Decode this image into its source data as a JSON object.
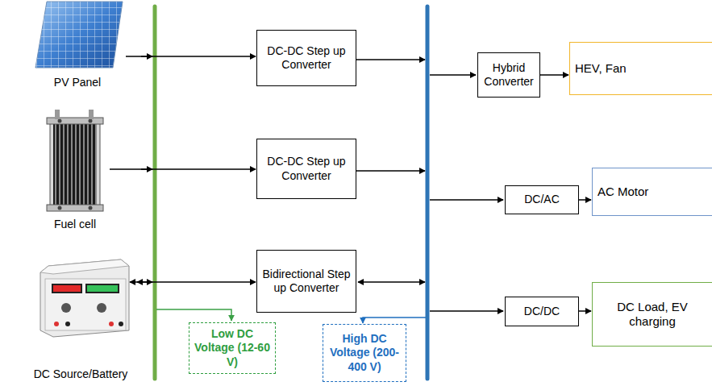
{
  "diagram": {
    "nodes": [
      {
        "text": [
          "PV Panel"
        ]
      },
      {
        "text": [
          "Fuel cell"
        ]
      },
      {
        "text": [
          "DC Source/Battery"
        ]
      },
      {
        "text": [
          "DC-DC Step up Converter"
        ]
      },
      {
        "text": [
          "DC-DC Step up Converter"
        ]
      },
      {
        "text": [
          "Bidirectional Step up Converter"
        ]
      },
      {
        "text": [
          "Low DC Voltage (12-60 V)"
        ]
      },
      {
        "text": [
          "High DC Voltage (200-400 V)"
        ]
      },
      {
        "text": [
          "Hybrid Converter"
        ]
      },
      {
        "text": [
          "HEV, Fan"
        ]
      },
      {
        "text": [
          "DC/AC"
        ]
      },
      {
        "text": [
          "AC Motor"
        ]
      },
      {
        "text": [
          "DC/DC"
        ]
      },
      {
        "text": [
          "DC Load, EV charging"
        ]
      }
    ],
    "edges": [
      {
        "from": 0,
        "to": 3,
        "arrow": "to"
      },
      {
        "from": 1,
        "to": 4,
        "arrow": "to"
      },
      {
        "from": 2,
        "to": 5,
        "arrow": "both"
      },
      {
        "from": 8,
        "to": 9,
        "arrow": "to"
      },
      {
        "from": 10,
        "to": 11,
        "arrow": "to"
      },
      {
        "from": 12,
        "to": 13,
        "arrow": "to"
      }
    ]
  }
}
